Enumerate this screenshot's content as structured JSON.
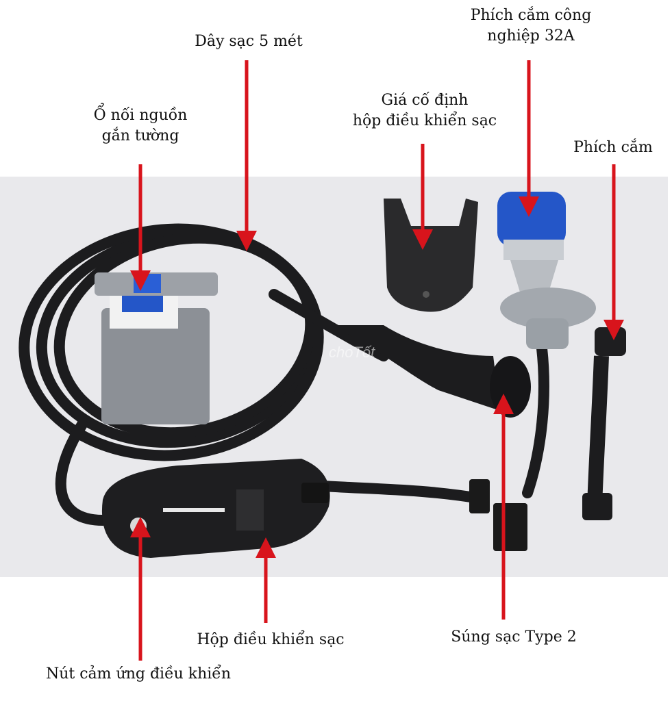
{
  "labels": {
    "wall_socket": [
      "Ổ nối nguồn",
      "gắn tường"
    ],
    "cable": "Dây sạc 5 mét",
    "holder": [
      "Giá cố định",
      "hộp điều khiển sạc"
    ],
    "industrial_plug": [
      "Phích cắm công",
      "nghiệp 32A"
    ],
    "plug": "Phích cắm",
    "control_box": "Hộp điều khiển sạc",
    "type2_gun": "Súng sạc Type 2",
    "touch_button": "Nút cảm ứng điều khiển"
  },
  "watermark": "choTốt",
  "colors": {
    "arrow": "#d8141c",
    "backdrop": "#e9e9ec",
    "cable": "#1c1c1e",
    "socket_blue": "#2456c8",
    "socket_grey": "#8a8e94"
  }
}
